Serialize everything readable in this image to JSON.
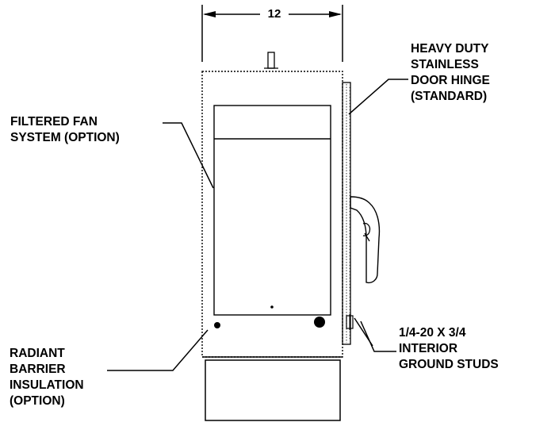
{
  "dimension": {
    "width_label": "12"
  },
  "callouts": {
    "fan": {
      "lines": [
        "FILTERED FAN",
        "SYSTEM (OPTION)"
      ]
    },
    "hinge": {
      "lines": [
        "HEAVY DUTY",
        "STAINLESS",
        "DOOR HINGE",
        "(STANDARD)"
      ]
    },
    "studs": {
      "lines": [
        "1/4-20 X 3/4",
        "INTERIOR",
        "GROUND STUDS"
      ]
    },
    "insulation": {
      "lines": [
        "RADIANT",
        "BARRIER",
        "INSULATION",
        "(OPTION)"
      ]
    }
  },
  "colors": {
    "line": "#000000",
    "background": "#ffffff",
    "hatch": "#555555"
  }
}
